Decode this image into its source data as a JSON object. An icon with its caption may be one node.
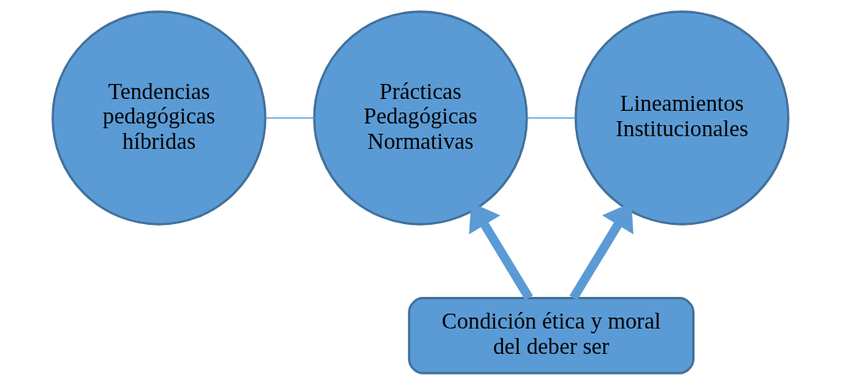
{
  "diagram": {
    "nodes": [
      {
        "text": [
          "Tendencias pedagógicas híbridas"
        ]
      },
      {
        "text": [
          "Prácticas Pedagógicas Normativas"
        ]
      },
      {
        "text": [
          "Lineamientos Institucionales"
        ]
      },
      {
        "text": [
          "Condición ética y moral del deber ser"
        ]
      }
    ],
    "edges": [
      {
        "from": 0,
        "to": 1,
        "arrow": "none"
      },
      {
        "from": 1,
        "to": 2,
        "arrow": "none"
      },
      {
        "from": 3,
        "to": 1,
        "arrow": "to",
        "style": "thick"
      },
      {
        "from": 3,
        "to": 2,
        "arrow": "to",
        "style": "thick"
      }
    ]
  }
}
